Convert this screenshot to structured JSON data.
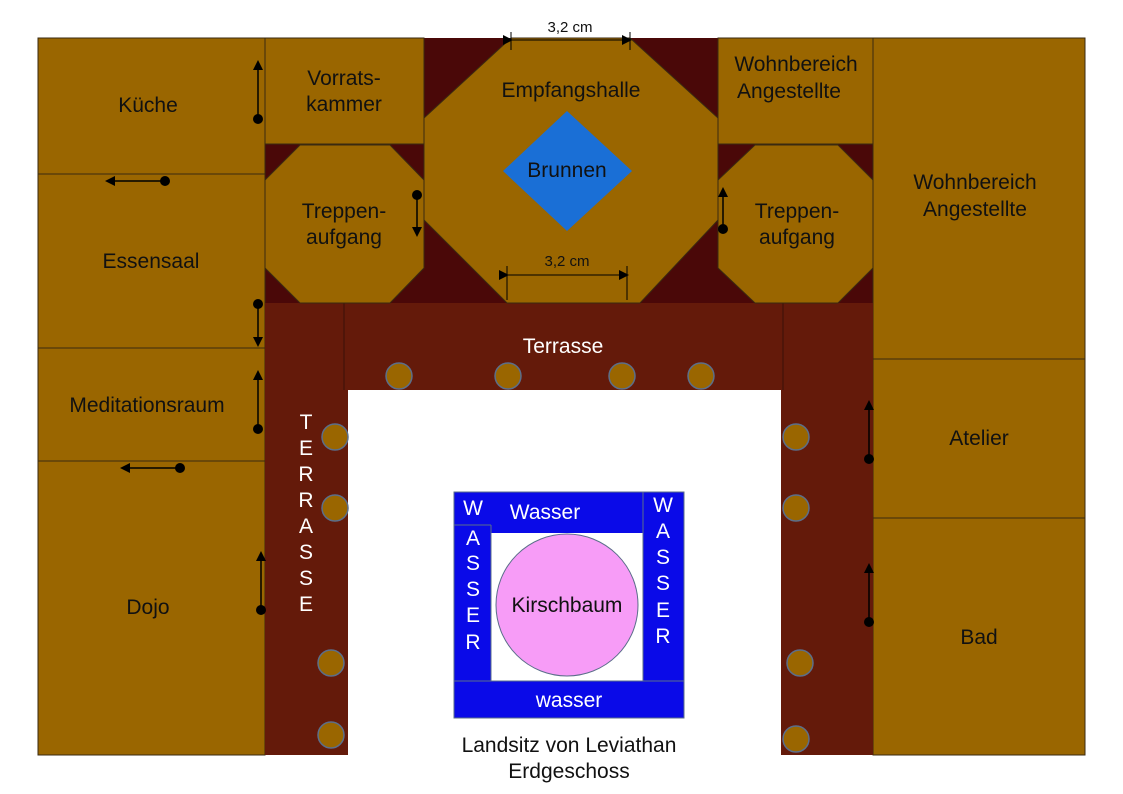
{
  "rooms": {
    "kueche": "Küche",
    "essensaal": "Essensaal",
    "meditationsraum": "Meditationsraum",
    "dojo": "Dojo",
    "vorratskammer": [
      "Vorrats-",
      "kammer"
    ],
    "empfangshalle": "Empfangshalle",
    "brunnen": "Brunnen",
    "wohnbereich_top": [
      "Wohnbereich",
      "Angestellte"
    ],
    "wohnbereich_right": [
      "Wohnbereich",
      "Angestellte"
    ],
    "treppe_left": [
      "Treppen-",
      "aufgang"
    ],
    "treppe_right": [
      "Treppen-",
      "aufgang"
    ],
    "atelier": "Atelier",
    "bad": "Bad"
  },
  "terrace": {
    "top_label": "Terrasse",
    "side_label_letters": [
      "T",
      "E",
      "R",
      "R",
      "A",
      "S",
      "S",
      "E"
    ]
  },
  "garden": {
    "water_top": "Wasser",
    "water_bottom": "wasser",
    "water_left_letters": [
      "W",
      "A",
      "S",
      "S",
      "E",
      "R"
    ],
    "water_right_letters": [
      "W",
      "A",
      "S",
      "S",
      "E",
      "R"
    ],
    "tree": "Kirschbaum"
  },
  "dimensions": {
    "top": "3,2 cm",
    "bottom": "3,2 cm"
  },
  "title": {
    "line1": "Landsitz von Leviathan",
    "line2": "Erdgeschoss"
  },
  "colors": {
    "room": "#9a6600",
    "terrace": "#641a0a",
    "dark_fill": "#4a0808",
    "water": "#0a0ae8",
    "fountain": "#1a6fd6",
    "tree": "#f79cf7"
  }
}
